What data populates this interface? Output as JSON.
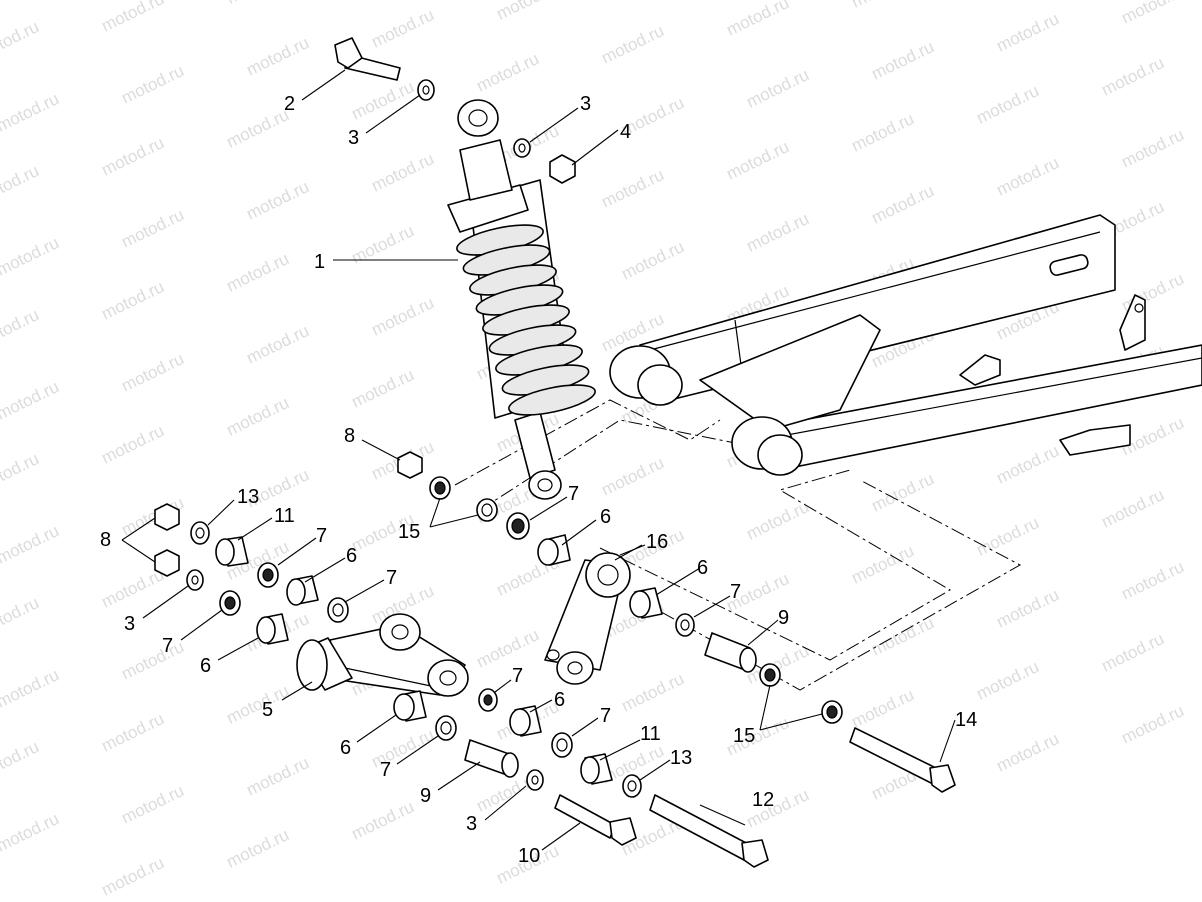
{
  "watermark": "motod.ru",
  "callouts": {
    "c1": "1",
    "c2": "2",
    "c3a": "3",
    "c3b": "3",
    "c3c": "3",
    "c3d": "3",
    "c4": "4",
    "c5": "5",
    "c6a": "6",
    "c6b": "6",
    "c6c": "6",
    "c6d": "6",
    "c6e": "6",
    "c6f": "6",
    "c7a": "7",
    "c7b": "7",
    "c7c": "7",
    "c7d": "7",
    "c7e": "7",
    "c7f": "7",
    "c7g": "7",
    "c7h": "7",
    "c8a": "8",
    "c8b": "8",
    "c9a": "9",
    "c9b": "9",
    "c10": "10",
    "c11a": "11",
    "c11b": "11",
    "c12": "12",
    "c13a": "13",
    "c13b": "13",
    "c14": "14",
    "c15a": "15",
    "c15b": "15",
    "c16": "16"
  }
}
